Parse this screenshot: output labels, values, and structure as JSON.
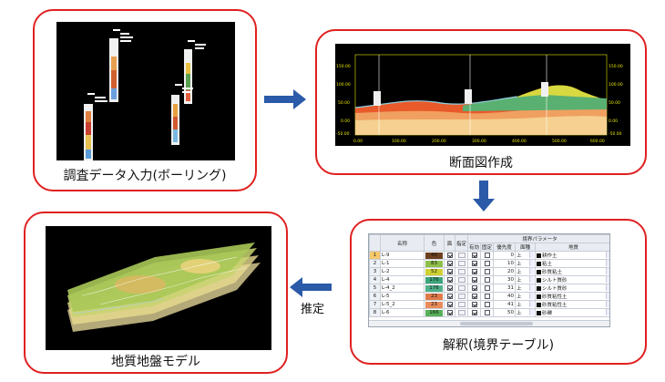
{
  "captions": {
    "boring": "調査データ入力(ボーリング)",
    "section": "断面図作成",
    "analysis": "解釈(境界テーブル)",
    "model": "地質地盤モデル",
    "estimate": "推定"
  },
  "section_chart": {
    "y_ticks_left": [
      "150.00",
      "100.00",
      "50.00",
      "0.00",
      "-50.00"
    ],
    "y_ticks_right": [
      "150.00",
      "100.00",
      "50.00",
      "0.00",
      "-50.00"
    ],
    "x_ticks": [
      "0.00",
      "100.00",
      "200.00",
      "300.00",
      "400.00",
      "500.00",
      "600.00"
    ]
  },
  "table": {
    "group_header": "境界パラメータ",
    "columns": [
      "名称",
      "色",
      "面",
      "指定",
      "有効",
      "固定",
      "優先度",
      "面種",
      "地質"
    ],
    "rows": [
      {
        "no": "1",
        "name": "L-9",
        "color": "#6b3f1f",
        "value": "40",
        "face": true,
        "valid": true,
        "fixed": false,
        "priority": "0",
        "type": "上",
        "geology": "耕作土"
      },
      {
        "no": "2",
        "name": "L-1",
        "color": "#8fbf4a",
        "value": "83",
        "face": true,
        "valid": true,
        "fixed": false,
        "priority": "10",
        "type": "上",
        "geology": "粘土"
      },
      {
        "no": "3",
        "name": "L-2",
        "color": "#cfd032",
        "value": "52",
        "face": true,
        "valid": true,
        "fixed": false,
        "priority": "20",
        "type": "上",
        "geology": "砂質粘土"
      },
      {
        "no": "4",
        "name": "L-4",
        "color": "#3aa57a",
        "value": "176",
        "face": true,
        "valid": true,
        "fixed": false,
        "priority": "30",
        "type": "上",
        "geology": "シルト質砂"
      },
      {
        "no": "5",
        "name": "L-4_2",
        "color": "#4fb08a",
        "value": "176",
        "face": true,
        "valid": true,
        "fixed": false,
        "priority": "31",
        "type": "上",
        "geology": "シルト質砂"
      },
      {
        "no": "6",
        "name": "L-5",
        "color": "#e07a4a",
        "value": "23",
        "face": true,
        "valid": true,
        "fixed": false,
        "priority": "40",
        "type": "上",
        "geology": "砂質粘性土"
      },
      {
        "no": "7",
        "name": "L-5_2",
        "color": "#e98a5a",
        "value": "23",
        "face": true,
        "valid": true,
        "fixed": false,
        "priority": "41",
        "type": "上",
        "geology": "砂質粘性土"
      },
      {
        "no": "8",
        "name": "L-6",
        "color": "#58b05a",
        "value": "166",
        "face": true,
        "valid": true,
        "fixed": false,
        "priority": "50",
        "type": "上",
        "geology": "砂礫"
      }
    ]
  }
}
